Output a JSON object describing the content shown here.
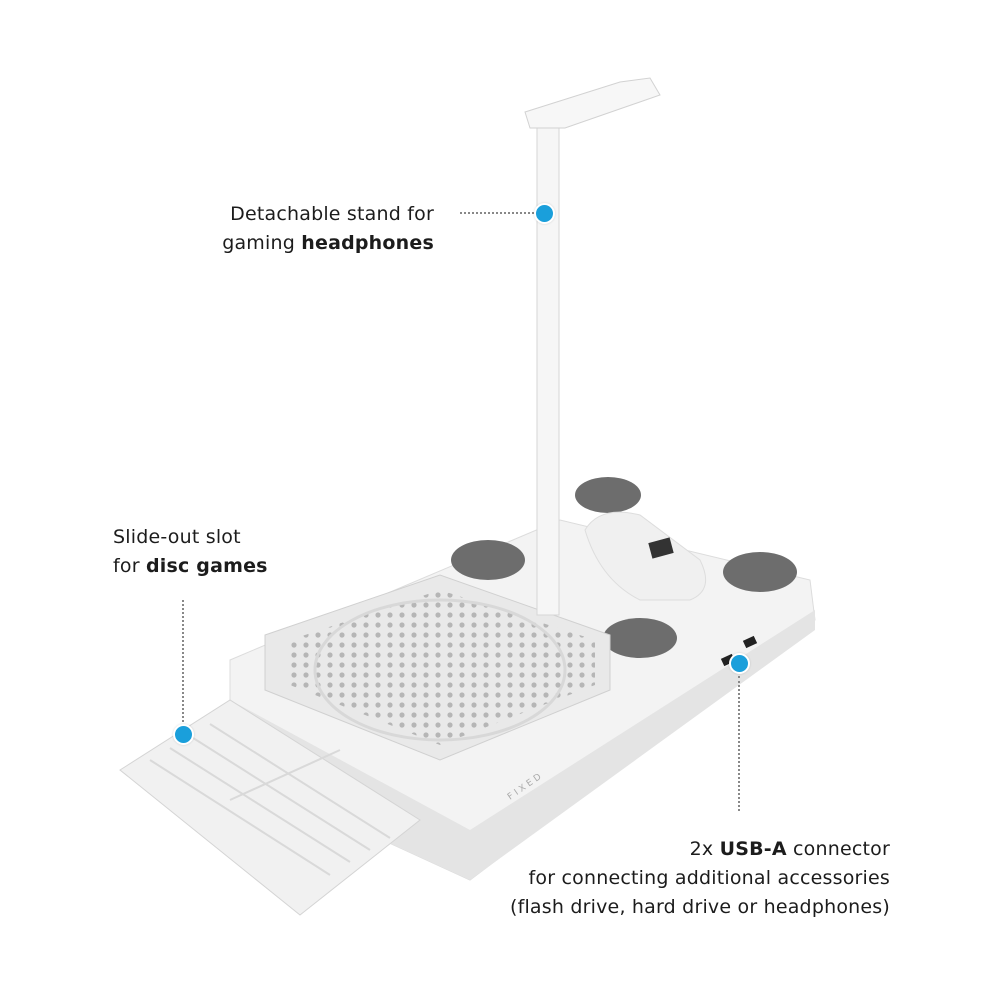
{
  "annotations": {
    "headphone_stand": {
      "line1": "Detachable stand for",
      "line2_plain": "gaming ",
      "line2_bold": "headphones"
    },
    "disc_slot": {
      "line1": "Slide-out slot",
      "line2_plain": "for ",
      "line2_bold": "disc games"
    },
    "usb": {
      "line1_plain": "2x ",
      "line1_bold": "USB-A",
      "line1_rest": " connector",
      "line2": "for connecting additional accessories",
      "line3": "(flash drive, hard drive or headphones)"
    }
  },
  "product": {
    "logo": "FIXED"
  },
  "colors": {
    "accent": "#1a9fdb",
    "product_white": "#f4f4f4",
    "shadow": "#d4d4d4"
  }
}
